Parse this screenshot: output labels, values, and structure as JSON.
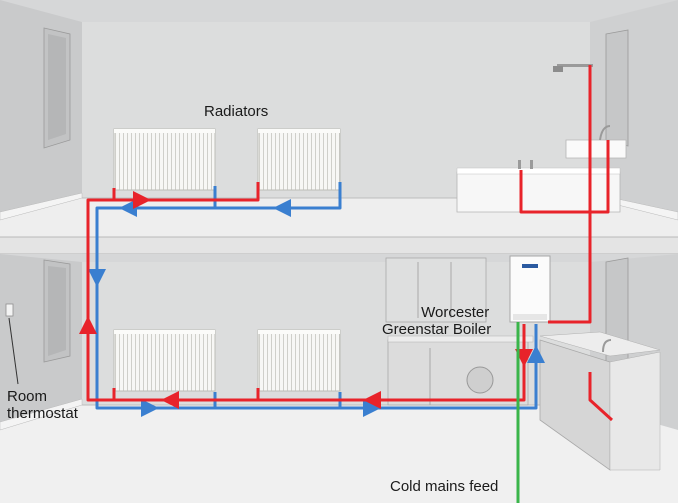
{
  "labels": {
    "radiators": "Radiators",
    "boiler_line1": "Worcester",
    "boiler_line2": "Greenstar Boiler",
    "thermostat_line1": "Room",
    "thermostat_line2": "thermostat",
    "cold_mains": "Cold mains feed"
  },
  "colors": {
    "flow_pipe": "#e8232a",
    "return_pipe": "#3a7fd0",
    "cold_feed_pipe": "#3ab54a",
    "wall": "#d9dadb",
    "floor": "#f1f1f1"
  }
}
